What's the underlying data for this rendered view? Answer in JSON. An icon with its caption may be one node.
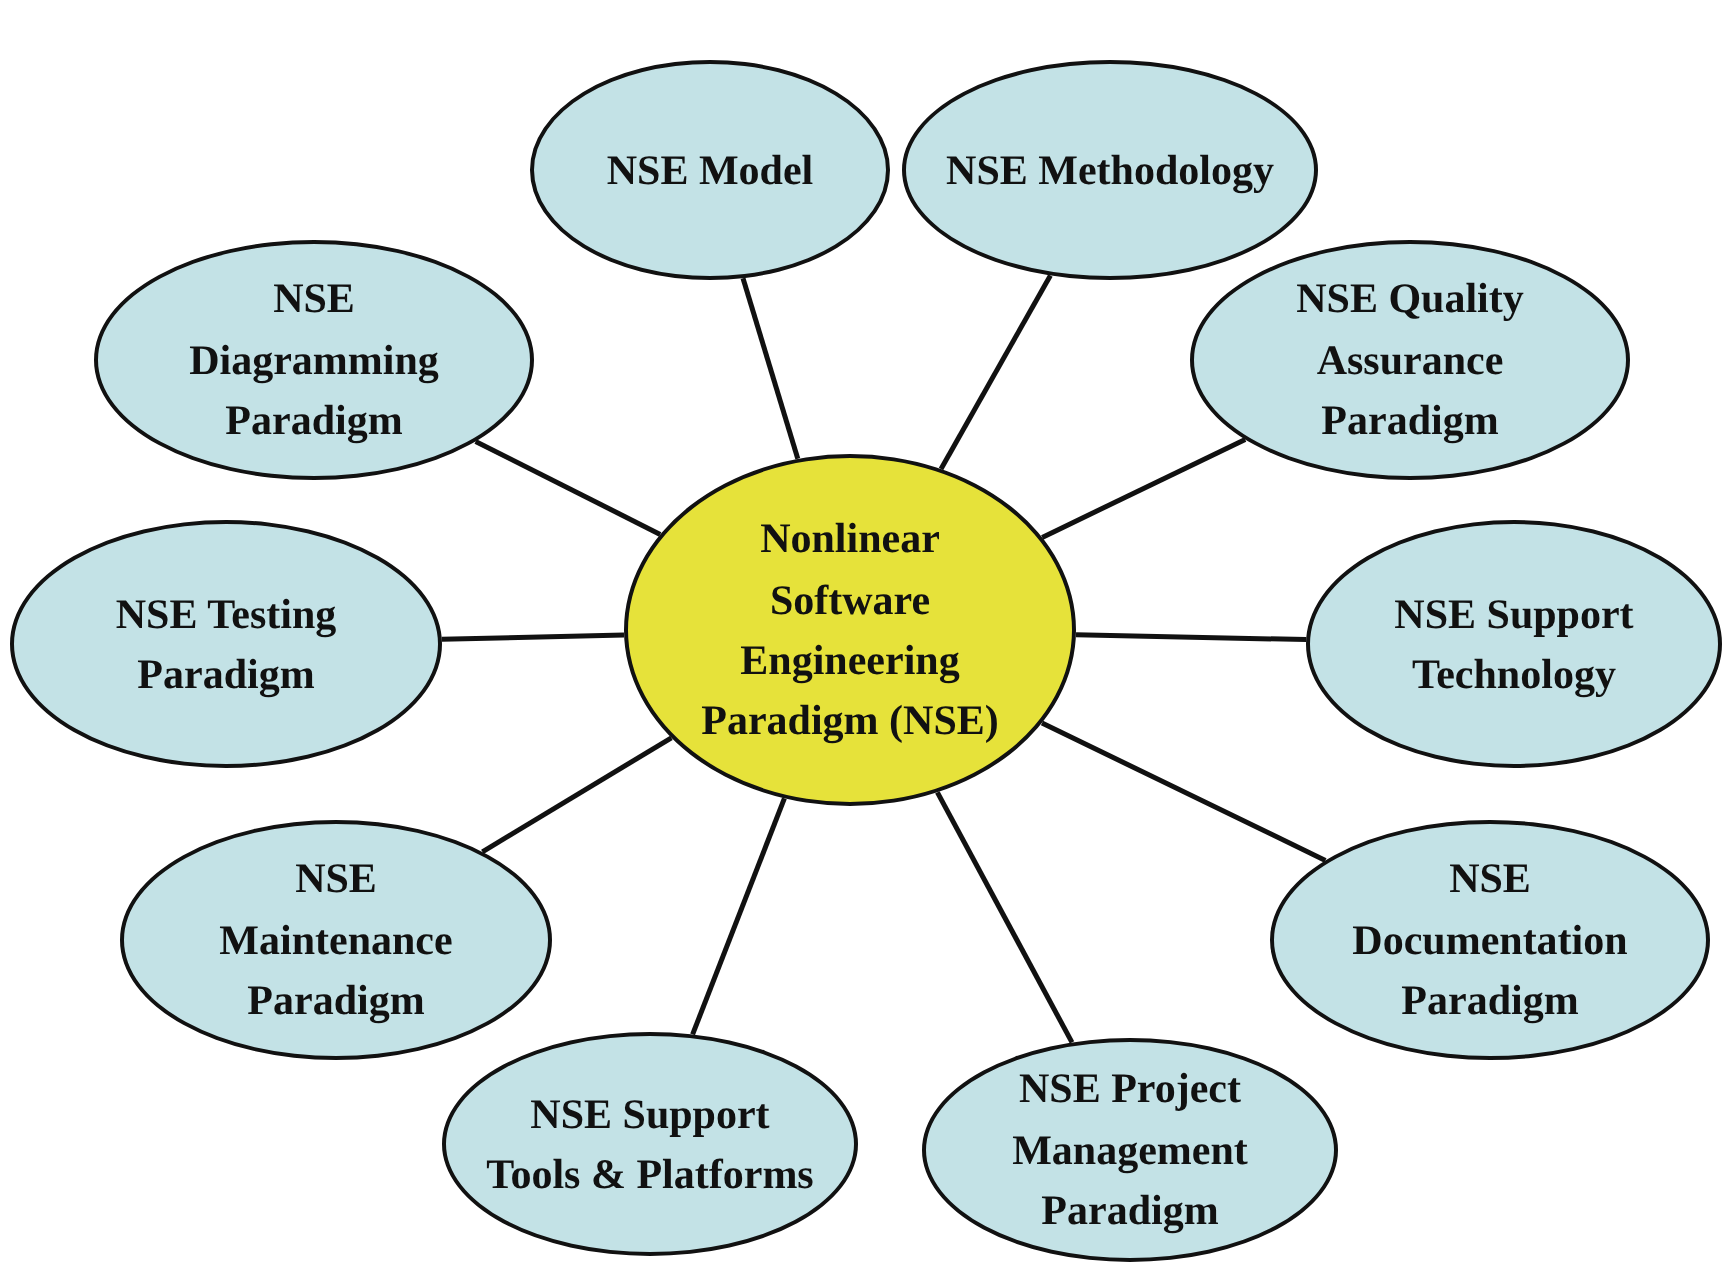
{
  "diagram": {
    "nodes": [
      {
        "text": [
          "Nonlinear Software Engineering Paradigm (NSE)"
        ]
      },
      {
        "text": [
          "NSE Model"
        ]
      },
      {
        "text": [
          "NSE Methodology"
        ]
      },
      {
        "text": [
          "NSE Diagramming Paradigm"
        ]
      },
      {
        "text": [
          "NSE Quality Assurance Paradigm"
        ]
      },
      {
        "text": [
          "NSE Testing Paradigm"
        ]
      },
      {
        "text": [
          "NSE Support Technology"
        ]
      },
      {
        "text": [
          "NSE Maintenance Paradigm"
        ]
      },
      {
        "text": [
          "NSE Documentation Paradigm"
        ]
      },
      {
        "text": [
          "NSE Support Tools & Platforms"
        ]
      },
      {
        "text": [
          "NSE Project Management Paradigm"
        ]
      }
    ],
    "edges": [
      {
        "from": 0,
        "to": 1,
        "arrow": "none"
      },
      {
        "from": 0,
        "to": 2,
        "arrow": "none"
      },
      {
        "from": 0,
        "to": 3,
        "arrow": "none"
      },
      {
        "from": 0,
        "to": 4,
        "arrow": "none"
      },
      {
        "from": 0,
        "to": 5,
        "arrow": "none"
      },
      {
        "from": 0,
        "to": 6,
        "arrow": "none"
      },
      {
        "from": 0,
        "to": 7,
        "arrow": "none"
      },
      {
        "from": 0,
        "to": 8,
        "arrow": "none"
      },
      {
        "from": 0,
        "to": 9,
        "arrow": "none"
      },
      {
        "from": 0,
        "to": 10,
        "arrow": "none"
      }
    ]
  }
}
